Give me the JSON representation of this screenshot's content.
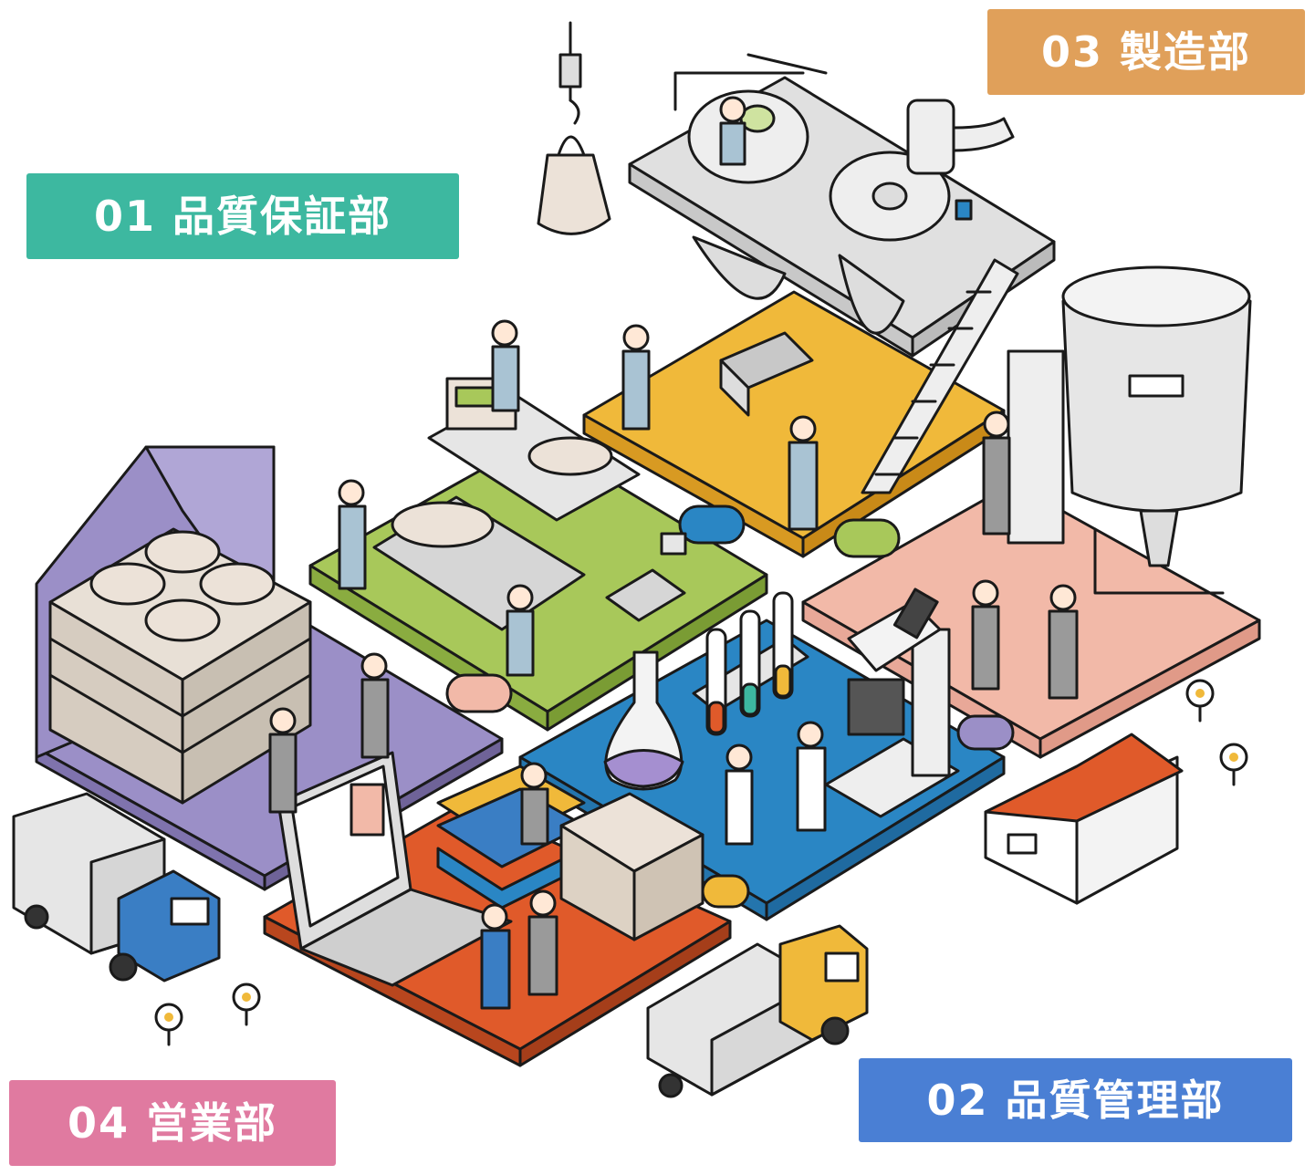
{
  "labels": {
    "qa": {
      "text": "01 品質保証部",
      "color": "#3db8a0"
    },
    "qc": {
      "text": "02 品質管理部",
      "color": "#4a7fd4"
    },
    "mfg": {
      "text": "03 製造部",
      "color": "#e0a05a"
    },
    "sales": {
      "text": "04 営業部",
      "color": "#e07aa0"
    }
  },
  "colors": {
    "purple_zone": "#9b8fc7",
    "green_zone": "#a8c85a",
    "yellow_zone": "#f0b93a",
    "pink_zone": "#f2b9a8",
    "blue_zone": "#2a86c4",
    "orange_zone": "#e05a2a",
    "truck_blue": "#3a7ec4",
    "truck_yellow": "#f0b93a",
    "house_roof": "#e05a2a",
    "machine_gray": "#e6e6e6"
  },
  "icons": [
    "crane-bag-icon",
    "tank-icon",
    "cyclone-icon",
    "ladder-icon",
    "mixer-tank-icon",
    "pallet-bags-icon",
    "scale-icon",
    "flask-icon",
    "test-tubes-icon",
    "microscope-icon",
    "laptop-icon",
    "books-icon",
    "boxes-icon",
    "truck-icon",
    "house-icon",
    "flower-icon",
    "worker-icon"
  ]
}
